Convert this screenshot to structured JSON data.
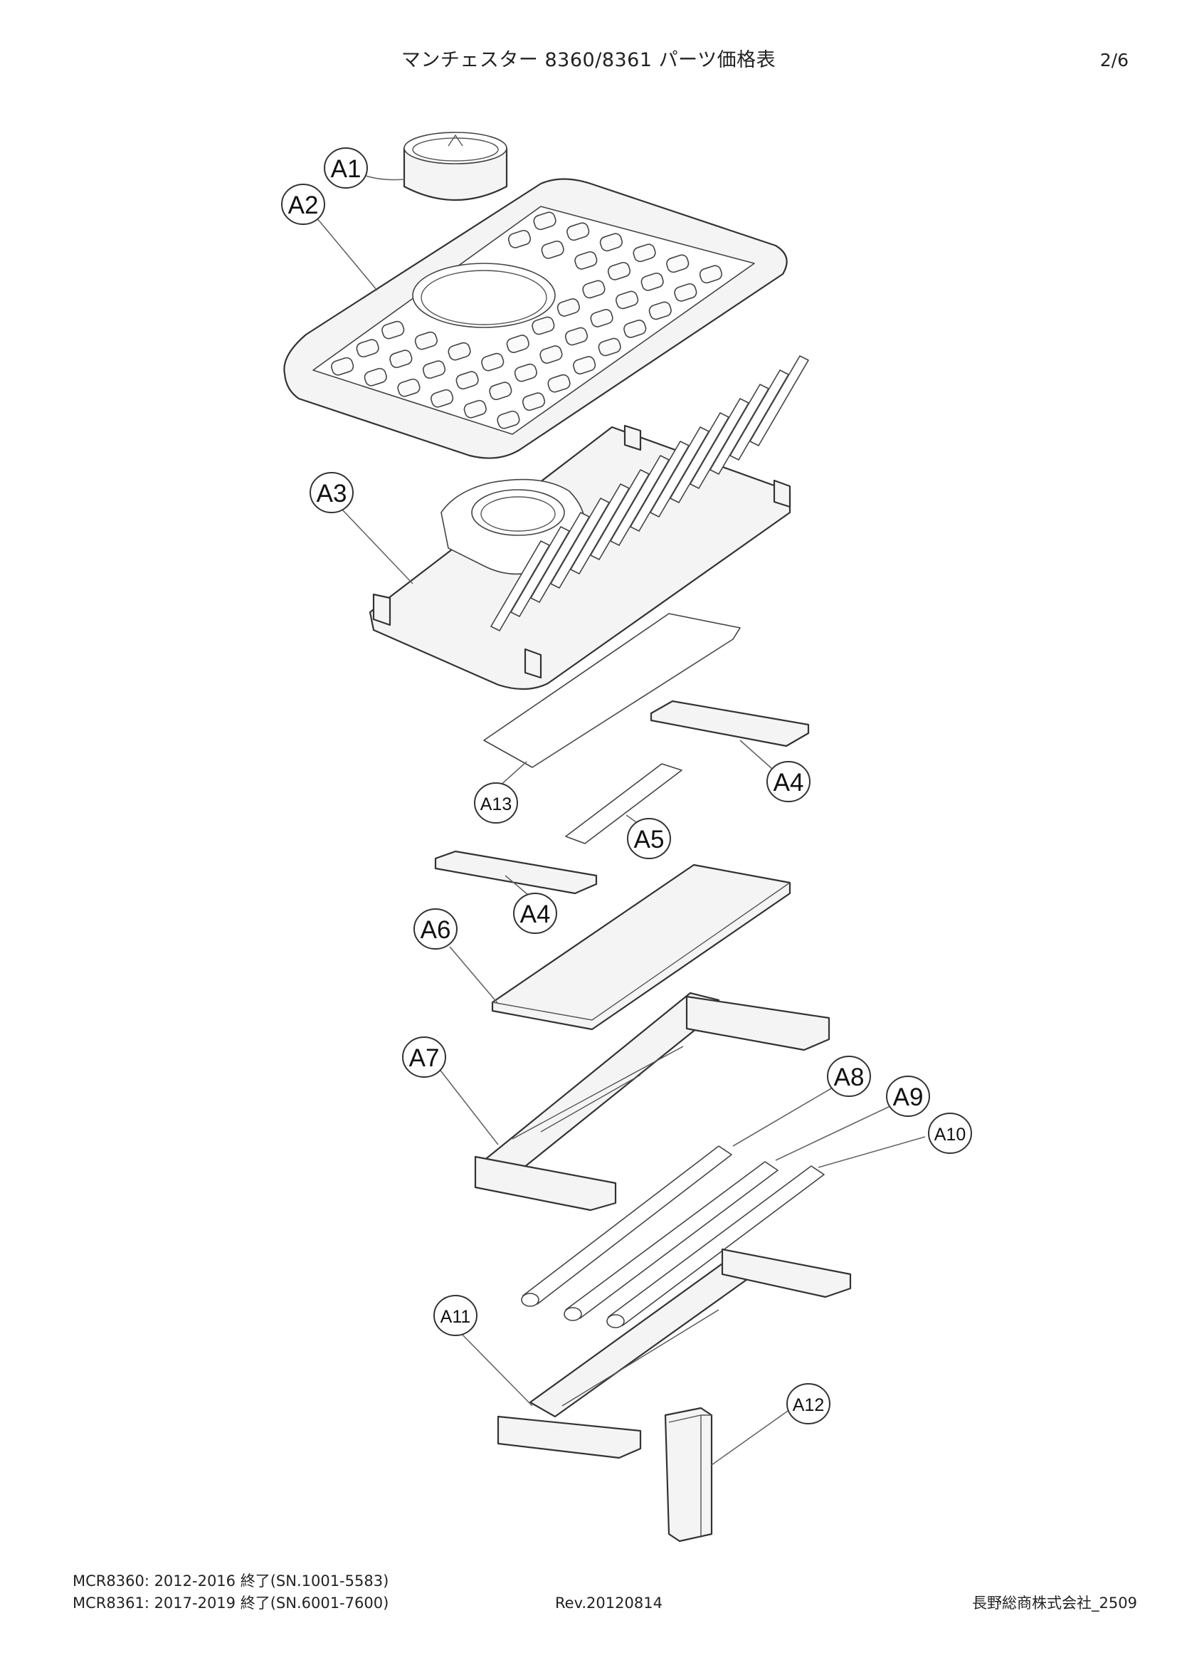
{
  "header": {
    "title": "マンチェスター 8360/8361 パーツ価格表",
    "page": "2/6"
  },
  "footer": {
    "model_line_1": "MCR8360: 2012-2016 終了(SN.1001-5583)",
    "model_line_2": "MCR8361: 2017-2019 終了(SN.6001-7600)",
    "revision": "Rev.20120814",
    "company": "長野総商株式会社_2509"
  },
  "callouts": [
    {
      "id": "A1",
      "label": "A1"
    },
    {
      "id": "A2",
      "label": "A2"
    },
    {
      "id": "A3",
      "label": "A3"
    },
    {
      "id": "A4a",
      "label": "A4"
    },
    {
      "id": "A13",
      "label": "A13"
    },
    {
      "id": "A5",
      "label": "A5"
    },
    {
      "id": "A4b",
      "label": "A4"
    },
    {
      "id": "A6",
      "label": "A6"
    },
    {
      "id": "A7",
      "label": "A7"
    },
    {
      "id": "A8",
      "label": "A8"
    },
    {
      "id": "A9",
      "label": "A9"
    },
    {
      "id": "A10",
      "label": "A10"
    },
    {
      "id": "A11",
      "label": "A11"
    },
    {
      "id": "A12",
      "label": "A12"
    }
  ]
}
